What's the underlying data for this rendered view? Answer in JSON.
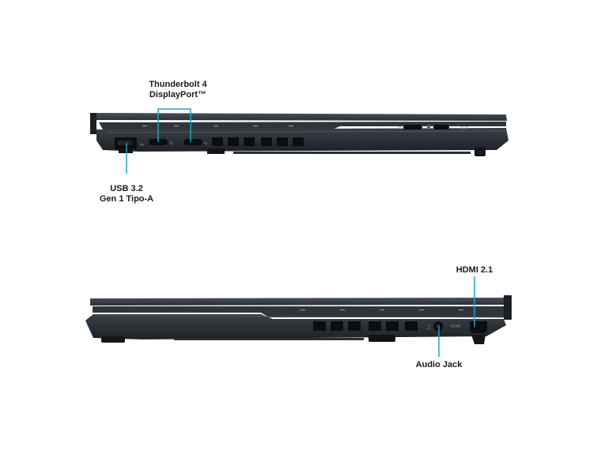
{
  "callouts": {
    "thunderbolt": {
      "line1": "Thunderbolt 4",
      "line2": "DisplayPort™"
    },
    "usb_a": {
      "line1": "USB 3.2",
      "line2": "Gen 1 Tipo-A"
    },
    "hdmi": {
      "line1": "HDMI 2.1"
    },
    "audio": {
      "line1": "Audio Jack"
    }
  },
  "port_markings": {
    "hdmi": "HDMI"
  },
  "colors": {
    "accent": "#1aa3c8",
    "chassis": "#2b3036",
    "chassis_dark": "#181b1f",
    "port": "#0c0d0f",
    "text": "#1b1b1b"
  },
  "icons": {
    "thunderbolt_port_symbol": "lightning-icon",
    "usb_port_symbol": "usb-icon",
    "audio_port_symbol": "headset-icon",
    "power_indicator": "power-icon",
    "battery_indicator": "battery-icon"
  }
}
